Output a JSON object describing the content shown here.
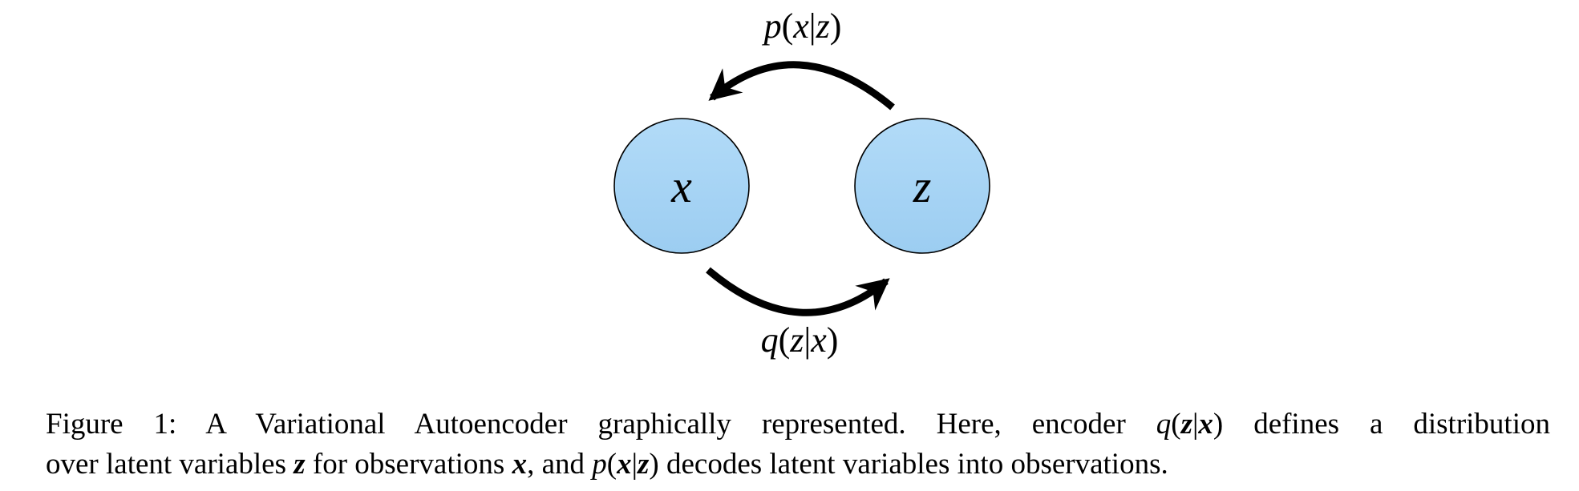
{
  "figure": {
    "nodes": [
      {
        "id": "x",
        "label": "x"
      },
      {
        "id": "z",
        "label": "z"
      }
    ],
    "edges": [
      {
        "id": "decoder",
        "from": "z",
        "to": "x",
        "label_parts": {
          "fn": "p",
          "open": "(",
          "a": "x",
          "bar": "|",
          "b": "z",
          "close": ")"
        }
      },
      {
        "id": "encoder",
        "from": "x",
        "to": "z",
        "label_parts": {
          "fn": "q",
          "open": "(",
          "a": "z",
          "bar": "|",
          "b": "x",
          "close": ")"
        }
      }
    ],
    "colors": {
      "node_fill_top": "#b2dbf8",
      "node_fill_bottom": "#9ccdf1",
      "node_stroke": "#000000",
      "arrow": "#000000"
    }
  },
  "caption": {
    "line1": {
      "text_a": "Figure 1: A Variational Autoencoder graphically represented. Here, encoder ",
      "fn": "q",
      "open": "(",
      "var1": "z",
      "bar": "|",
      "var2": "x",
      "close": ")",
      "text_b": " defines a distribution"
    },
    "line2": {
      "text_a": "over latent variables ",
      "var1": "z",
      "text_b": " for observations ",
      "var2": "x",
      "text_c": ", and ",
      "fn": "p",
      "open": "(",
      "var3": "x",
      "bar": "|",
      "var4": "z",
      "close": ")",
      "text_d": " decodes latent variables into observations."
    }
  }
}
